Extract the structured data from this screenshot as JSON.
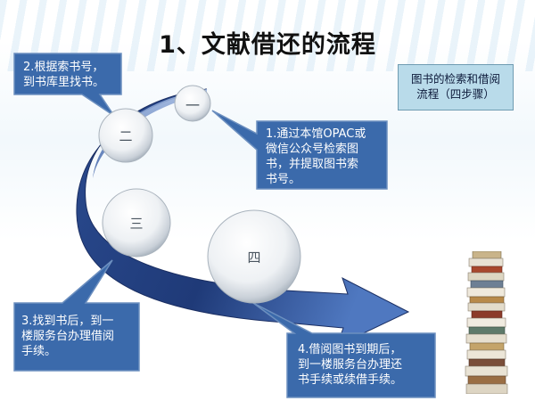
{
  "title": "1、文献借还的流程",
  "note": "图书的检索和借阅流程（四步骤）",
  "steps": {
    "one": {
      "marker": "一",
      "text_lines": [
        "1.通过本馆OPAC或",
        "微信公众号检索图",
        "书，并提取图书索",
        "书号。"
      ]
    },
    "two": {
      "marker": "二",
      "text_lines": [
        "2.根据索书号，",
        "到书库里找书。"
      ]
    },
    "three": {
      "marker": "三",
      "text_lines": [
        "3.找到书后，到一",
        "楼服务台办理借阅",
        "手续。"
      ]
    },
    "four": {
      "marker": "四",
      "text_lines": [
        "4.借阅图书到期后，",
        "到一楼服务台办理还",
        "书手续或续借手续。"
      ]
    }
  },
  "colors": {
    "callout_fill": "#3b6aab",
    "callout_border": "#6c8fbf",
    "arrow_dark": "#233e7d",
    "arrow_light": "#5f86c8",
    "note_fill": "#b9dbea"
  }
}
